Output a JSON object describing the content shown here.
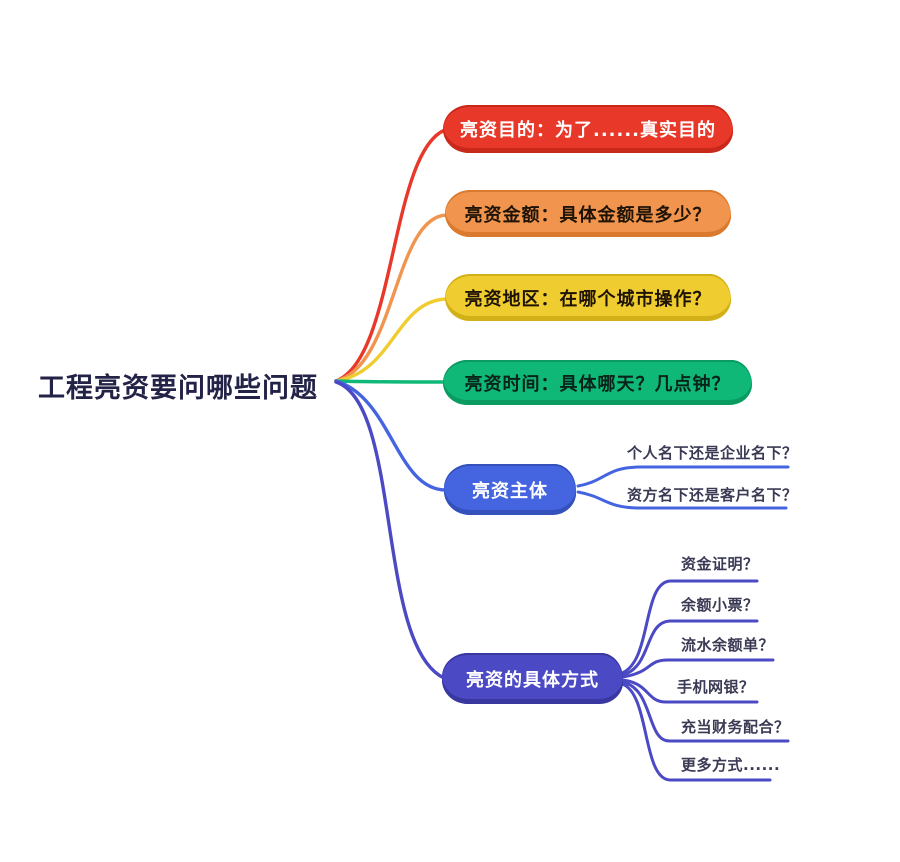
{
  "root": {
    "label": "工程亮资要问哪些问题",
    "color": "#232347"
  },
  "branches": [
    {
      "label": "亮资目的：为了......真实目的",
      "color": "#E83829",
      "text_color": "#FFFFFF",
      "shade": "#C8291B",
      "children": []
    },
    {
      "label": "亮资金额：具体金额是多少？",
      "color": "#F0944E",
      "text_color": "#1E1305",
      "shade": "#D97A2E",
      "children": []
    },
    {
      "label": "亮资地区：在哪个城市操作？",
      "color": "#EFCC2F",
      "text_color": "#1E1305",
      "shade": "#D2B118",
      "children": []
    },
    {
      "label": "亮资时间：具体哪天？几点钟？",
      "color": "#10B878",
      "text_color": "#08241A",
      "shade": "#0A9B61",
      "children": []
    },
    {
      "label": "亮资主体",
      "color": "#4565E0",
      "text_color": "#FFFFFF",
      "shade": "#3450BB",
      "children": [
        {
          "label": "个人名下还是企业名下？"
        },
        {
          "label": "资方名下还是客户名下？"
        }
      ]
    },
    {
      "label": "亮资的具体方式",
      "color": "#4B49C4",
      "text_color": "#FFFFFF",
      "shade": "#3937A0",
      "children": [
        {
          "label": "资金证明？"
        },
        {
          "label": "余额小票？"
        },
        {
          "label": "流水余额单？"
        },
        {
          "label": "手机网银？"
        },
        {
          "label": "充当财务配合？"
        },
        {
          "label": "更多方式......"
        }
      ]
    }
  ]
}
